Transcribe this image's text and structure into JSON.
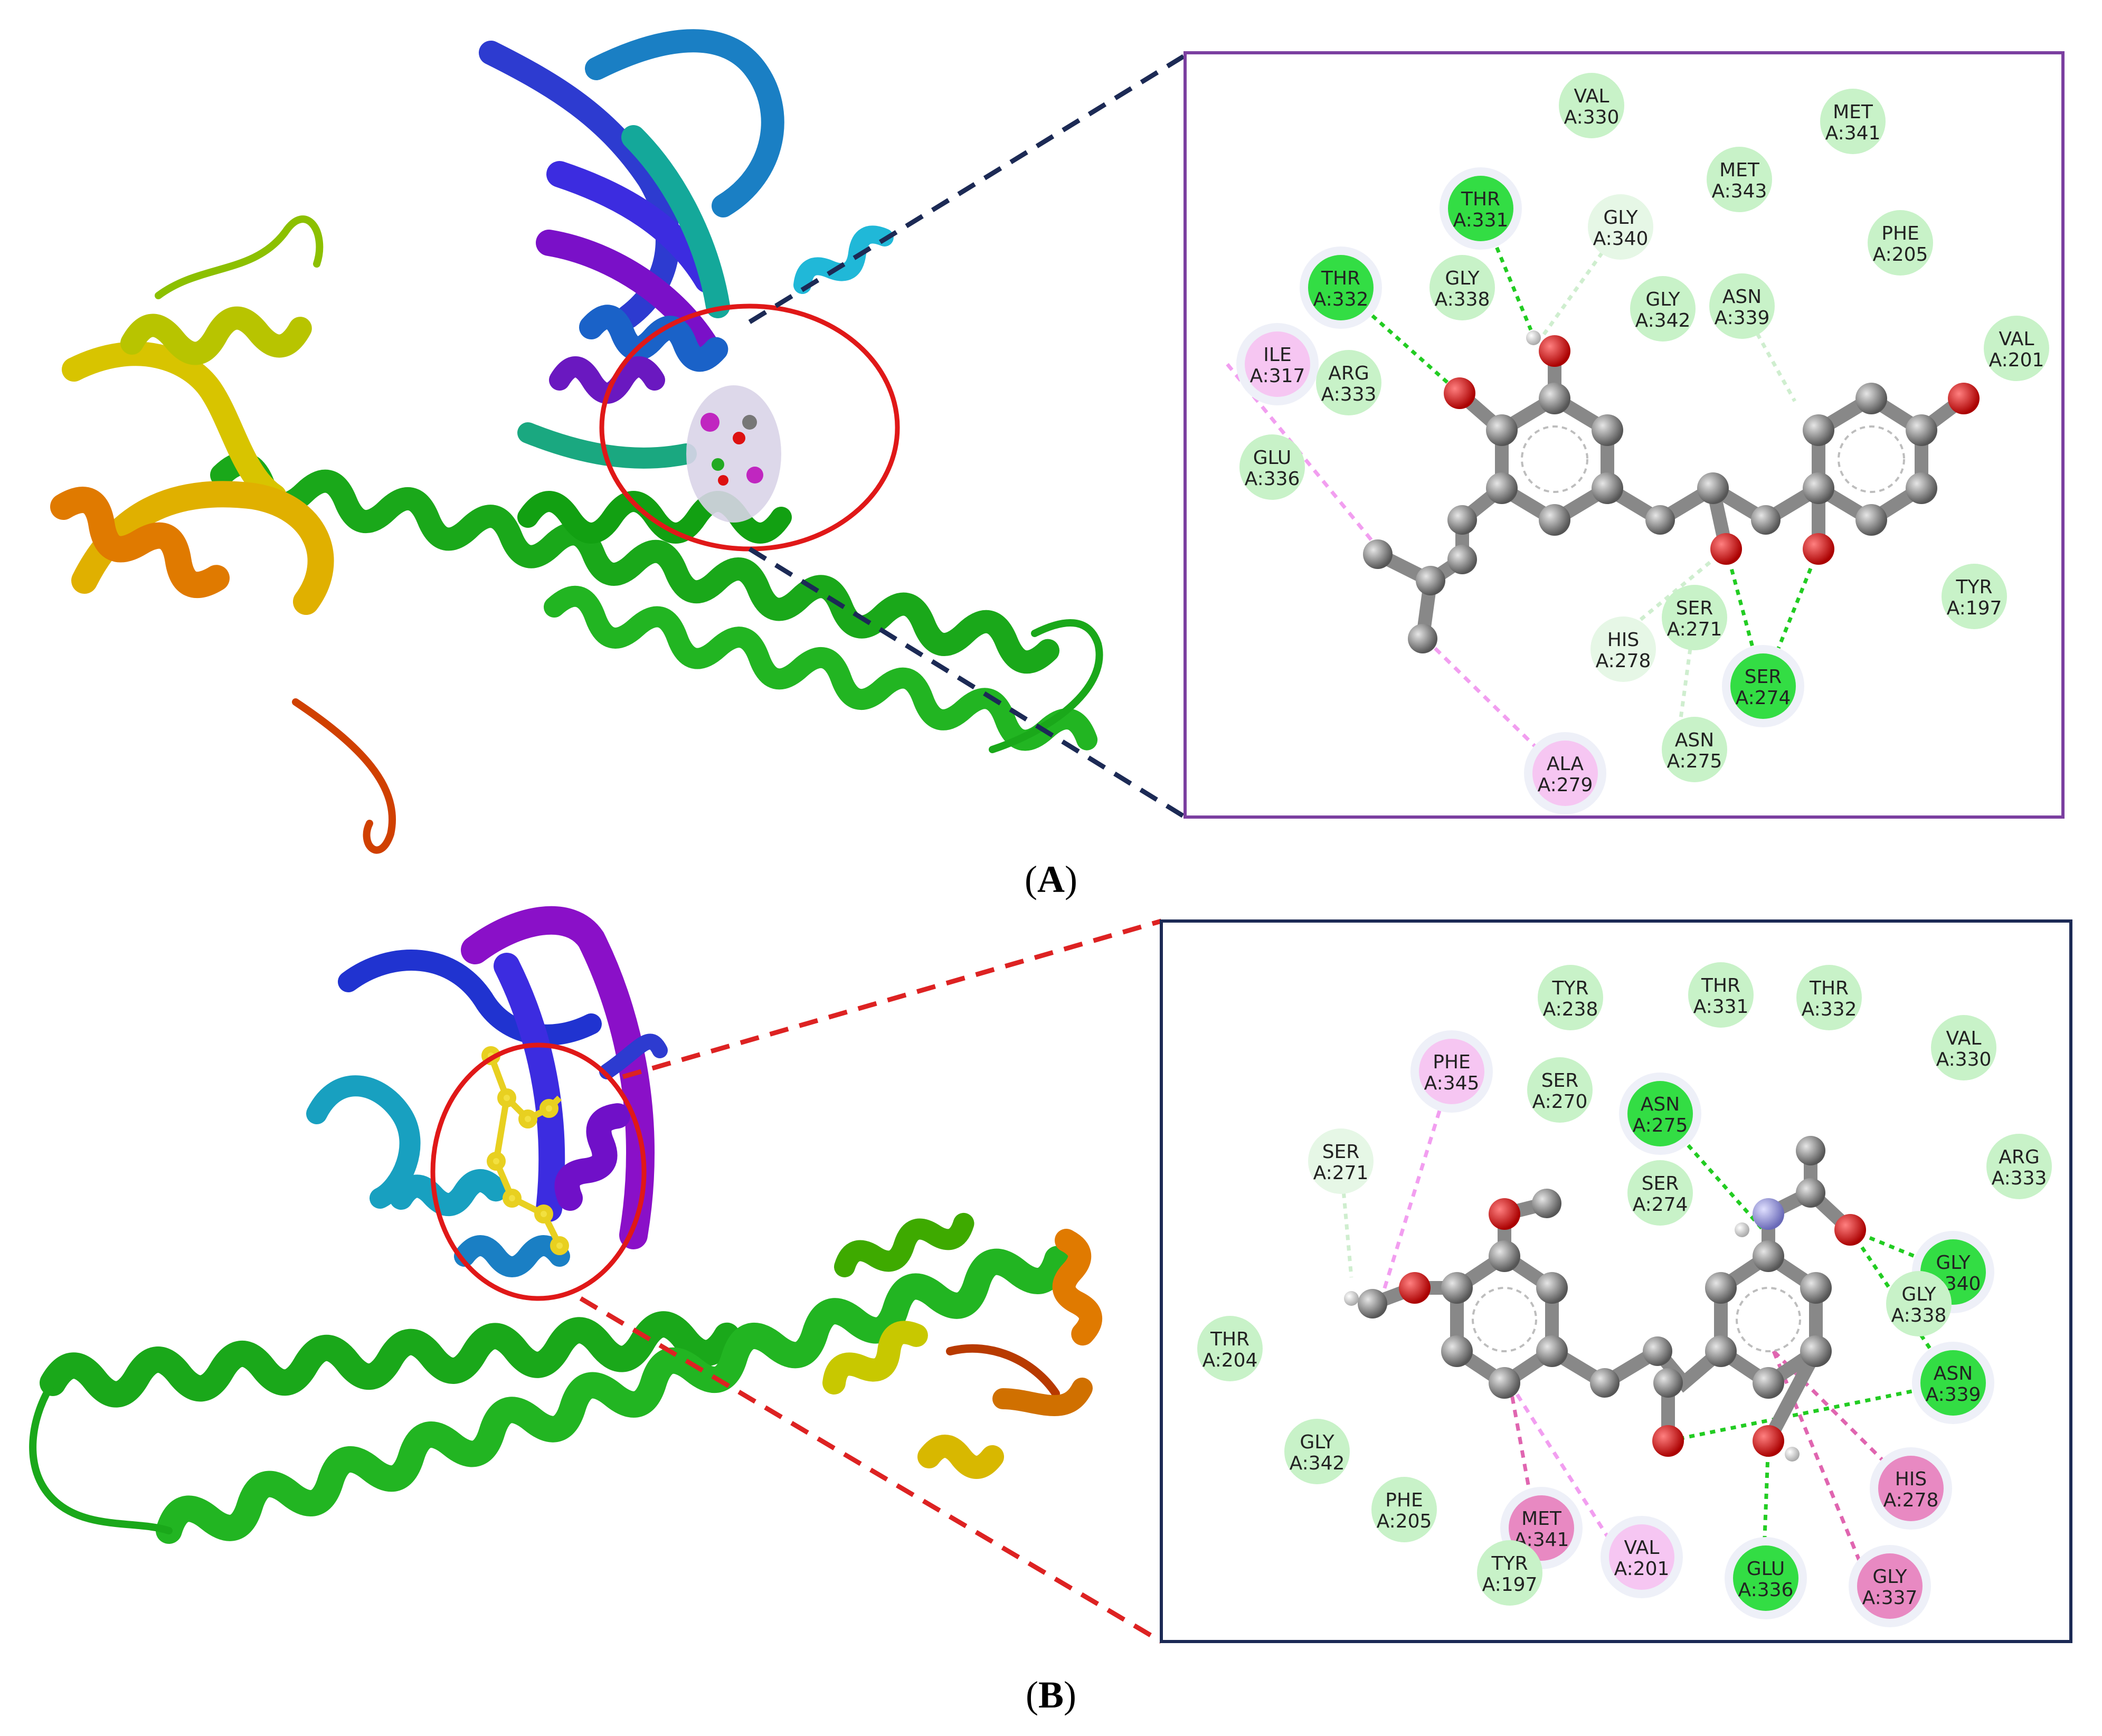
{
  "panels": [
    {
      "id": "A",
      "caption_prefix": "(",
      "caption_letter": "A",
      "caption_suffix": ")",
      "residues": [
        {
          "name": "VAL",
          "id": "A:330",
          "type": "vdw"
        },
        {
          "name": "MET",
          "id": "A:341",
          "type": "vdw"
        },
        {
          "name": "MET",
          "id": "A:343",
          "type": "vdw"
        },
        {
          "name": "THR",
          "id": "A:331",
          "type": "hbond"
        },
        {
          "name": "GLY",
          "id": "A:340",
          "type": "ch"
        },
        {
          "name": "PHE",
          "id": "A:205",
          "type": "vdw"
        },
        {
          "name": "THR",
          "id": "A:332",
          "type": "hbond"
        },
        {
          "name": "GLY",
          "id": "A:338",
          "type": "vdw"
        },
        {
          "name": "GLY",
          "id": "A:342",
          "type": "vdw"
        },
        {
          "name": "ASN",
          "id": "A:339",
          "type": "vdw"
        },
        {
          "name": "ILE",
          "id": "A:317",
          "type": "alkyl"
        },
        {
          "name": "ARG",
          "id": "A:333",
          "type": "vdw"
        },
        {
          "name": "VAL",
          "id": "A:201",
          "type": "vdw"
        },
        {
          "name": "GLU",
          "id": "A:336",
          "type": "vdw"
        },
        {
          "name": "TYR",
          "id": "A:197",
          "type": "vdw"
        },
        {
          "name": "HIS",
          "id": "A:278",
          "type": "ch"
        },
        {
          "name": "SER",
          "id": "A:271",
          "type": "vdw"
        },
        {
          "name": "SER",
          "id": "A:274",
          "type": "hbond"
        },
        {
          "name": "ASN",
          "id": "A:275",
          "type": "vdw"
        },
        {
          "name": "ALA",
          "id": "A:279",
          "type": "alkyl"
        }
      ]
    },
    {
      "id": "B",
      "caption_prefix": "(",
      "caption_letter": "B",
      "caption_suffix": ")",
      "residues": [
        {
          "name": "TYR",
          "id": "A:238",
          "type": "vdw"
        },
        {
          "name": "THR",
          "id": "A:331",
          "type": "vdw"
        },
        {
          "name": "THR",
          "id": "A:332",
          "type": "vdw"
        },
        {
          "name": "VAL",
          "id": "A:330",
          "type": "vdw"
        },
        {
          "name": "PHE",
          "id": "A:345",
          "type": "alkyl"
        },
        {
          "name": "SER",
          "id": "A:270",
          "type": "vdw"
        },
        {
          "name": "ASN",
          "id": "A:275",
          "type": "hbond"
        },
        {
          "name": "SER",
          "id": "A:271",
          "type": "ch"
        },
        {
          "name": "SER",
          "id": "A:274",
          "type": "vdw"
        },
        {
          "name": "ARG",
          "id": "A:333",
          "type": "vdw"
        },
        {
          "name": "GLY",
          "id": "A:340",
          "type": "hbond"
        },
        {
          "name": "GLY",
          "id": "A:338",
          "type": "vdw"
        },
        {
          "name": "THR",
          "id": "A:204",
          "type": "vdw"
        },
        {
          "name": "ASN",
          "id": "A:339",
          "type": "hbond"
        },
        {
          "name": "GLY",
          "id": "A:342",
          "type": "vdw"
        },
        {
          "name": "HIS",
          "id": "A:278",
          "type": "pi"
        },
        {
          "name": "PHE",
          "id": "A:205",
          "type": "vdw"
        },
        {
          "name": "MET",
          "id": "A:341",
          "type": "pi"
        },
        {
          "name": "TYR",
          "id": "A:197",
          "type": "vdw"
        },
        {
          "name": "VAL",
          "id": "A:201",
          "type": "alkyl"
        },
        {
          "name": "GLU",
          "id": "A:336",
          "type": "hbond"
        },
        {
          "name": "GLY",
          "id": "A:337",
          "type": "pi"
        }
      ]
    }
  ],
  "colors": {
    "vdw": "#c8f2c8",
    "hbond": "#33dd44",
    "ch": "#e6f7e6",
    "alkyl": "#f6c6f2",
    "pi": "#e889c2",
    "boxA": "#7b3fa0",
    "boxB": "#1c2a55",
    "zoomA": "#1c2a55",
    "zoomB": "#dd2222",
    "atom_c": "#8a8a8a",
    "atom_o": "#dd1111",
    "atom_n": "#9999ee",
    "atom_h": "#f0f0f0"
  }
}
